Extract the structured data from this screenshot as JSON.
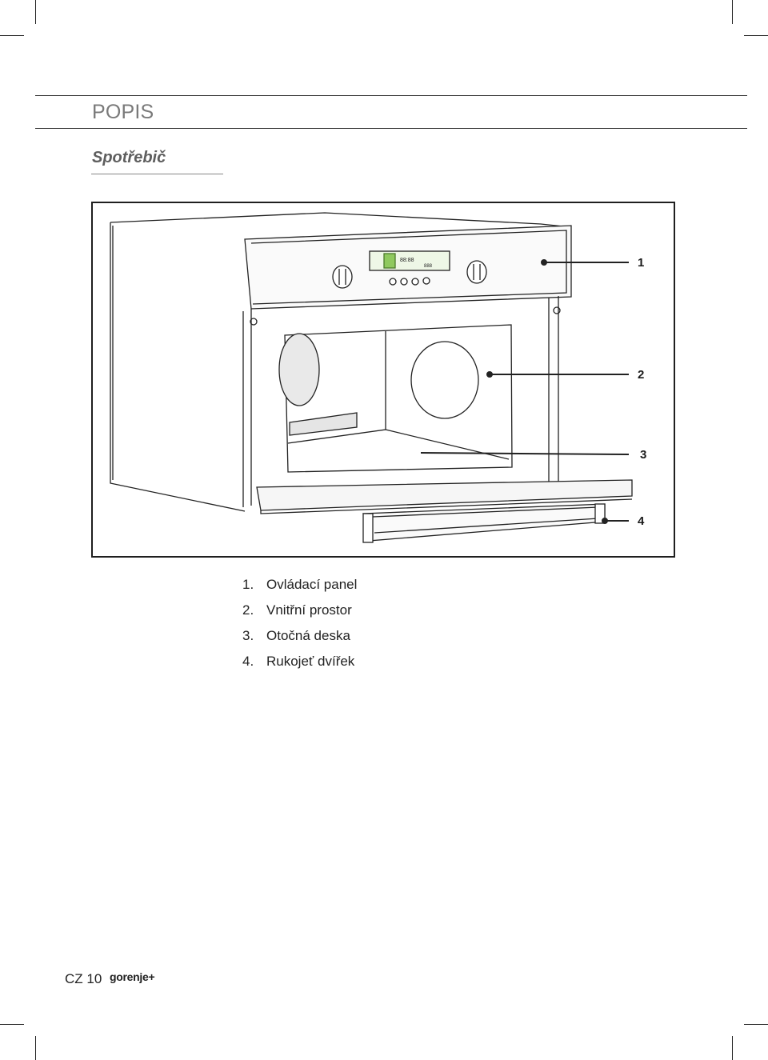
{
  "header": {
    "section_title": "POPIS",
    "subsection_title": "Spotřebič"
  },
  "figure": {
    "callouts": [
      "1",
      "2",
      "3",
      "4"
    ]
  },
  "legend": {
    "items": [
      {
        "number": "1.",
        "label": "Ovládací panel"
      },
      {
        "number": "2.",
        "label": "Vnitřní prostor"
      },
      {
        "number": "3.",
        "label": "Otočná deska"
      },
      {
        "number": "4.",
        "label": "Rukojeť dvířek"
      }
    ]
  },
  "footer": {
    "page": "CZ 10",
    "brand": "gorenje+"
  }
}
